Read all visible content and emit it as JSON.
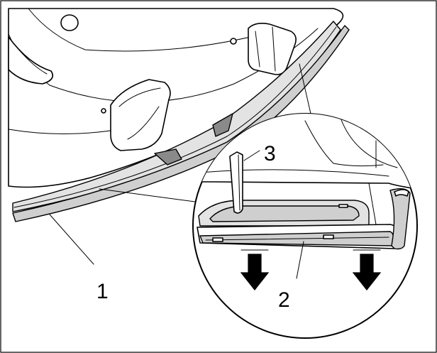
{
  "callouts": {
    "part_1": "1",
    "part_2": "2",
    "part_3": "3"
  },
  "colors": {
    "line": "#000000",
    "strip_fill": "#cfcfcf",
    "arrow_fill": "#000000",
    "background": "#ffffff"
  },
  "icons": {
    "arrow": "down-arrow-icon",
    "tool": "trim-tool-icon"
  }
}
